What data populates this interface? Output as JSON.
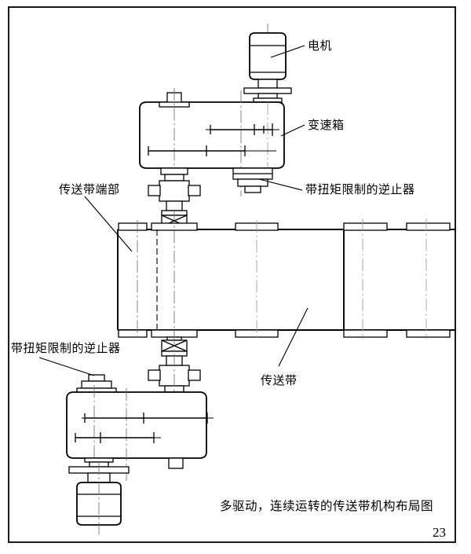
{
  "page": {
    "title": "多驱动，连续运转的传送带机构布局图",
    "page_number": "23",
    "background_color": "#ffffff",
    "line_color": "#000000",
    "frame_color": "#1a1a1a"
  },
  "labels": {
    "motor": "电机",
    "gearbox": "变速箱",
    "backstop_top": "带扭矩限制的逆止器",
    "backstop_bottom": "带扭矩限制的逆止器",
    "belt_end": "传送带端部",
    "belt": "传送带"
  },
  "diagram": {
    "type": "mechanical-layout",
    "description": "多驱动，连续运转的传送带机构布局图",
    "components": [
      {
        "name": "电机",
        "count": 2,
        "position": "上部右侧 / 下部左侧"
      },
      {
        "name": "变速箱",
        "count": 2,
        "position": "上部 / 下部"
      },
      {
        "name": "带扭矩限制的逆止器",
        "count": 2,
        "position": "上部 / 下部"
      },
      {
        "name": "传送带",
        "count": 1,
        "position": "中部水平"
      },
      {
        "name": "传送带端部",
        "count": 1,
        "position": "左端"
      }
    ]
  }
}
